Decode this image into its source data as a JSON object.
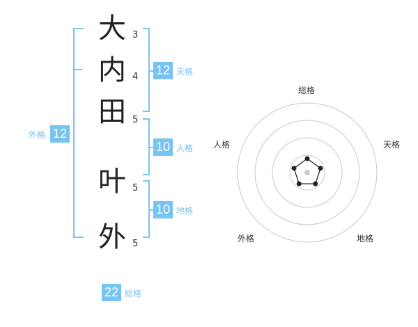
{
  "name": {
    "chars": [
      {
        "char": "大",
        "strokes": "3"
      },
      {
        "char": "内",
        "strokes": "4"
      },
      {
        "char": "田",
        "strokes": "5"
      },
      {
        "char": "叶",
        "strokes": "5"
      },
      {
        "char": "外",
        "strokes": "5"
      }
    ]
  },
  "fortune": {
    "tenkaku": {
      "value": "12",
      "label": "天格"
    },
    "jinkaku": {
      "value": "10",
      "label": "人格"
    },
    "chikaku": {
      "value": "10",
      "label": "地格"
    },
    "gaikaku": {
      "value": "12",
      "label": "外格"
    },
    "soukaku": {
      "value": "22",
      "label": "総格"
    }
  },
  "radar": {
    "axes": [
      "総格",
      "天格",
      "地格",
      "外格",
      "人格"
    ],
    "values": [
      0.2,
      0.2,
      0.2,
      0.2,
      0.2
    ],
    "rings": 4,
    "colors": {
      "ring": "#c8c8c8",
      "line": "#222222",
      "point": "#222222",
      "center": "#cccccc"
    }
  },
  "colors": {
    "accent": "#77c3f1",
    "text": "#222222"
  }
}
